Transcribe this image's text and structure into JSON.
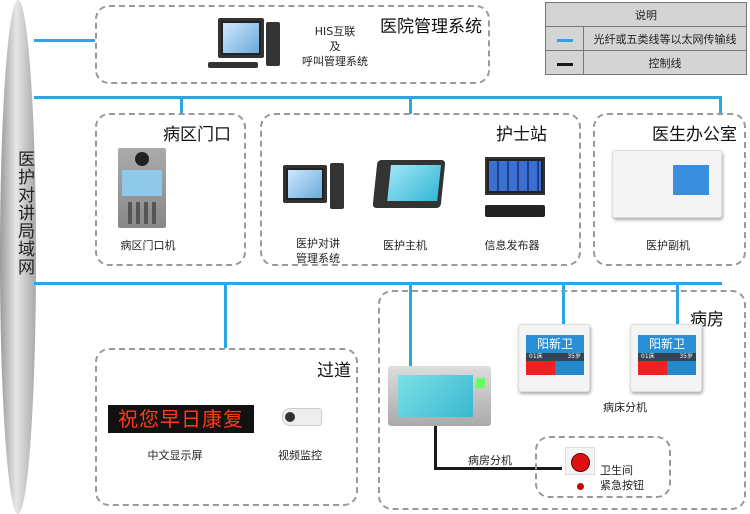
{
  "network": {
    "label": "医护对讲局域网"
  },
  "legend": {
    "title": "说明",
    "items": [
      {
        "color": "#2aa7e0",
        "label": "光纤或五类线等以太网传输线"
      },
      {
        "color": "#1a1a1a",
        "label": "控制线"
      }
    ]
  },
  "his": {
    "title": "医院管理系统",
    "device_label": "HIS互联\n及\n呼叫管理系统"
  },
  "ward_door": {
    "title": "病区门口",
    "device_label": "病区门口机"
  },
  "nurse_station": {
    "title": "护士站",
    "devices": [
      "医护对讲\n管理系统",
      "医护主机",
      "信息发布器"
    ]
  },
  "doctor_office": {
    "title": "医生办公室",
    "device_label": "医护副机"
  },
  "corridor": {
    "title": "过道",
    "led_text": "祝您早日康复",
    "devices": [
      "中文显示屏",
      "视频监控"
    ]
  },
  "ward": {
    "title": "病房",
    "room_unit_label": "病房分机",
    "bed_unit_label": "病床分机",
    "bed_display": {
      "name": "阳新卫",
      "bed": "01床",
      "age": "35岁"
    }
  },
  "bathroom": {
    "label": "卫生间\n紧急按钮"
  }
}
